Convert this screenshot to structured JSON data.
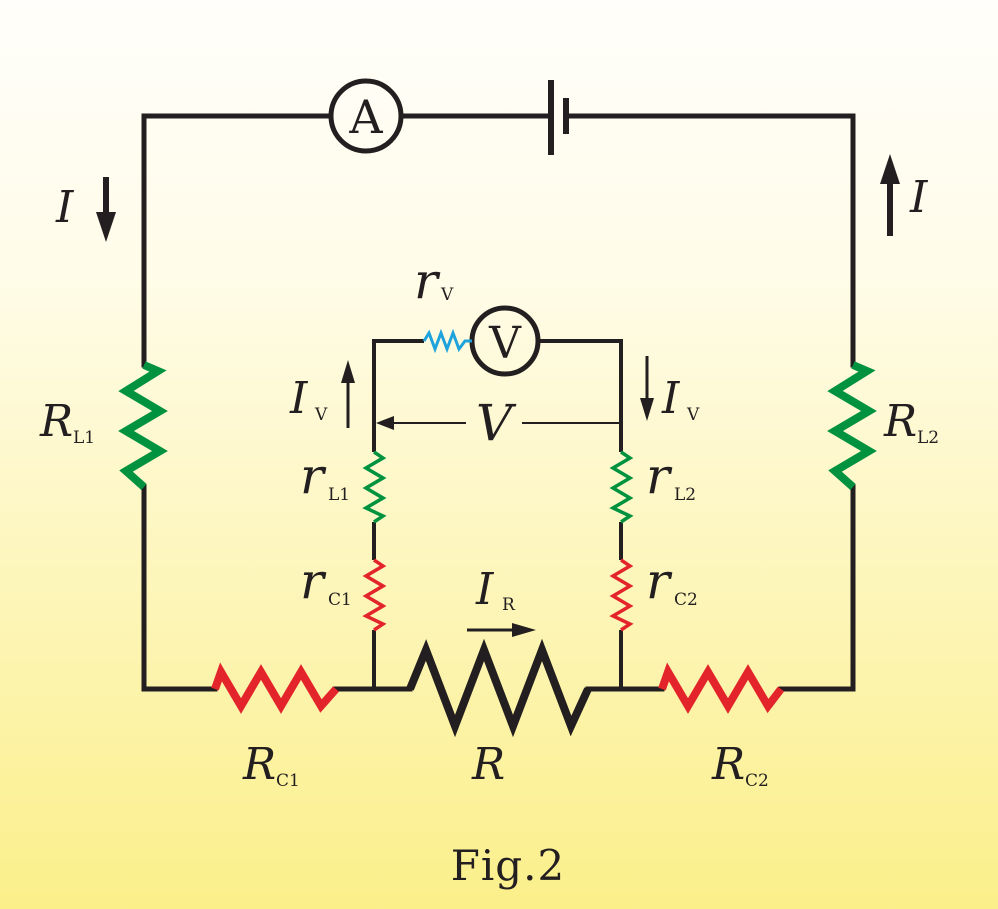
{
  "colors": {
    "wire": "#231f20",
    "lead_resistance": "#00923f",
    "contact_resistance": "#e3242b",
    "voltmeter_resistance": "#1fa3dc",
    "background_top": "#fffefa",
    "background_bottom": "#fbef8a"
  },
  "meters": {
    "ammeter_symbol": "A",
    "voltmeter_symbol": "V"
  },
  "labels": {
    "current_main": "I",
    "current_voltmeter_main": "I",
    "current_voltmeter_sub": "V",
    "current_R_main": "I",
    "current_R_sub": "R",
    "voltage": "V",
    "r_v_main": "r",
    "r_v_sub": "V",
    "R_L1_main": "R",
    "R_L1_sub": "L1",
    "R_L2_main": "R",
    "R_L2_sub": "L2",
    "r_L1_main": "r",
    "r_L1_sub": "L1",
    "r_L2_main": "r",
    "r_L2_sub": "L2",
    "r_C1_main": "r",
    "r_C1_sub": "C1",
    "r_C2_main": "r",
    "r_C2_sub": "C2",
    "R_C1_main": "R",
    "R_C1_sub": "C1",
    "R_C2_main": "R",
    "R_C2_sub": "C2",
    "R_main": "R"
  },
  "caption": "Fig.2"
}
